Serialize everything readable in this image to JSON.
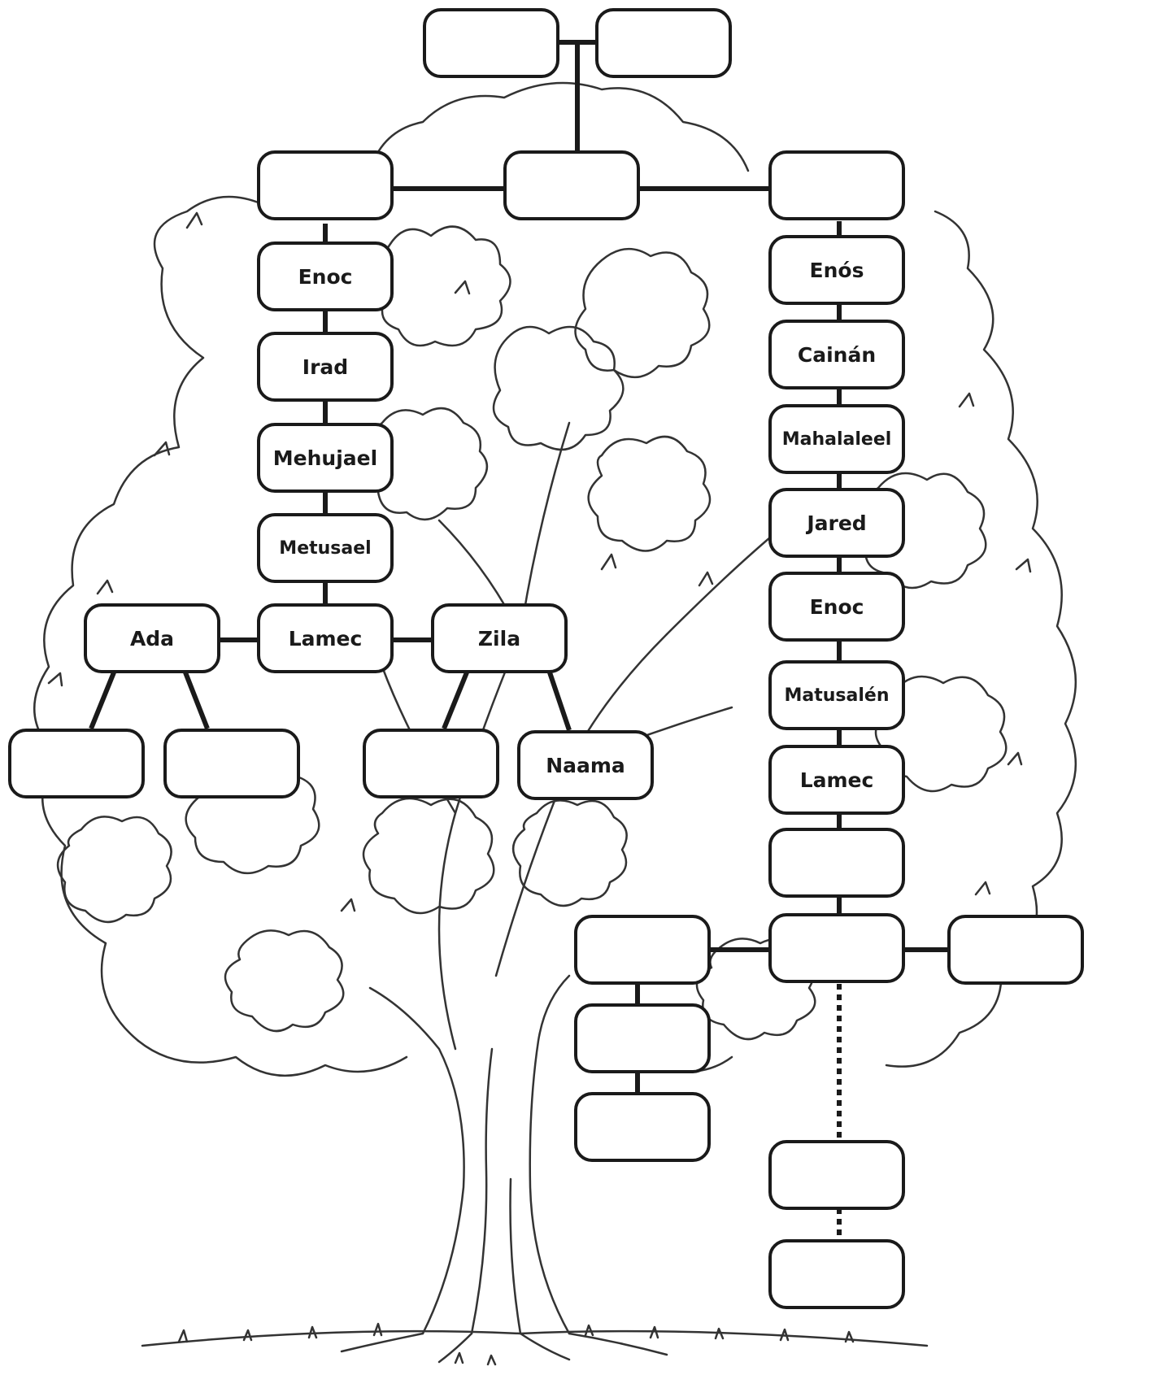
{
  "colors": {
    "line": "#1a1a1a",
    "foliage": "#333333",
    "box_fill": "#ffffff"
  },
  "boxes": {
    "top_left": "",
    "top_right": "",
    "gen2_left": "",
    "gen2_center": "",
    "gen2_right": "",
    "cain_line": [
      "Enoc",
      "Irad",
      "Mehujael",
      "Metusael"
    ],
    "lamec_row": {
      "ada": "Ada",
      "lamec": "Lamec",
      "zila": "Zila"
    },
    "children": {
      "ada_child_1": "",
      "ada_child_2": "",
      "zila_child": "",
      "naama": "Naama"
    },
    "seth_line": [
      "Enós",
      "Cainán",
      "Mahalaleel",
      "Jared",
      "Enoc",
      "Matusalén",
      "Lamec"
    ],
    "noah": "",
    "sons_row": {
      "left": "",
      "center": "",
      "right": ""
    },
    "left_column": [
      "",
      ""
    ],
    "bottom_column": [
      "",
      ""
    ]
  }
}
